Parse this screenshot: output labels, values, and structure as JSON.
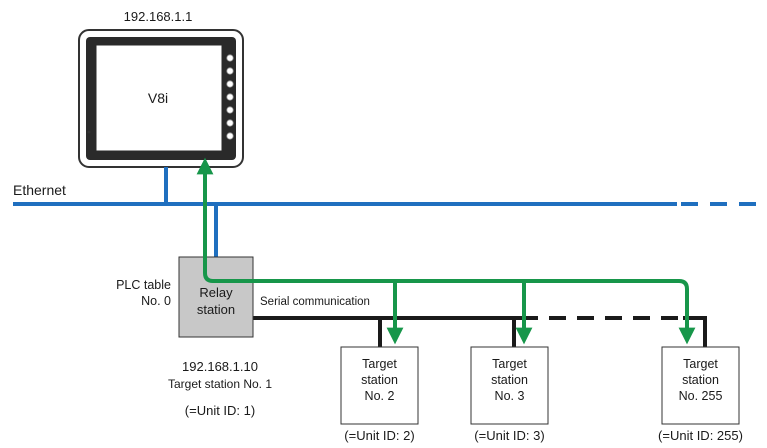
{
  "hmi": {
    "ip": "192.168.1.1",
    "model": "V8i"
  },
  "network": {
    "ethernet_label": "Ethernet"
  },
  "relay": {
    "label_line1": "Relay",
    "label_line2": "station",
    "plc_table_line1": "PLC table",
    "plc_table_line2": "No. 0",
    "ip": "192.168.1.10",
    "target_station": "Target station No. 1",
    "unit_id": "(=Unit ID: 1)"
  },
  "serial": {
    "label": "Serial communication"
  },
  "targets": [
    {
      "line1": "Target",
      "line2": "station",
      "line3": "No. 2",
      "unit_id": "(=Unit ID: 2)"
    },
    {
      "line1": "Target",
      "line2": "station",
      "line3": "No. 3",
      "unit_id": "(=Unit ID: 3)"
    },
    {
      "line1": "Target",
      "line2": "station",
      "line3": "No. 255",
      "unit_id": "(=Unit ID: 255)"
    }
  ],
  "colors": {
    "ethernet": "#1f6fbf",
    "serial": "#1a1a1a",
    "path": "#17964a",
    "relay_fill": "#c8c8c8"
  }
}
